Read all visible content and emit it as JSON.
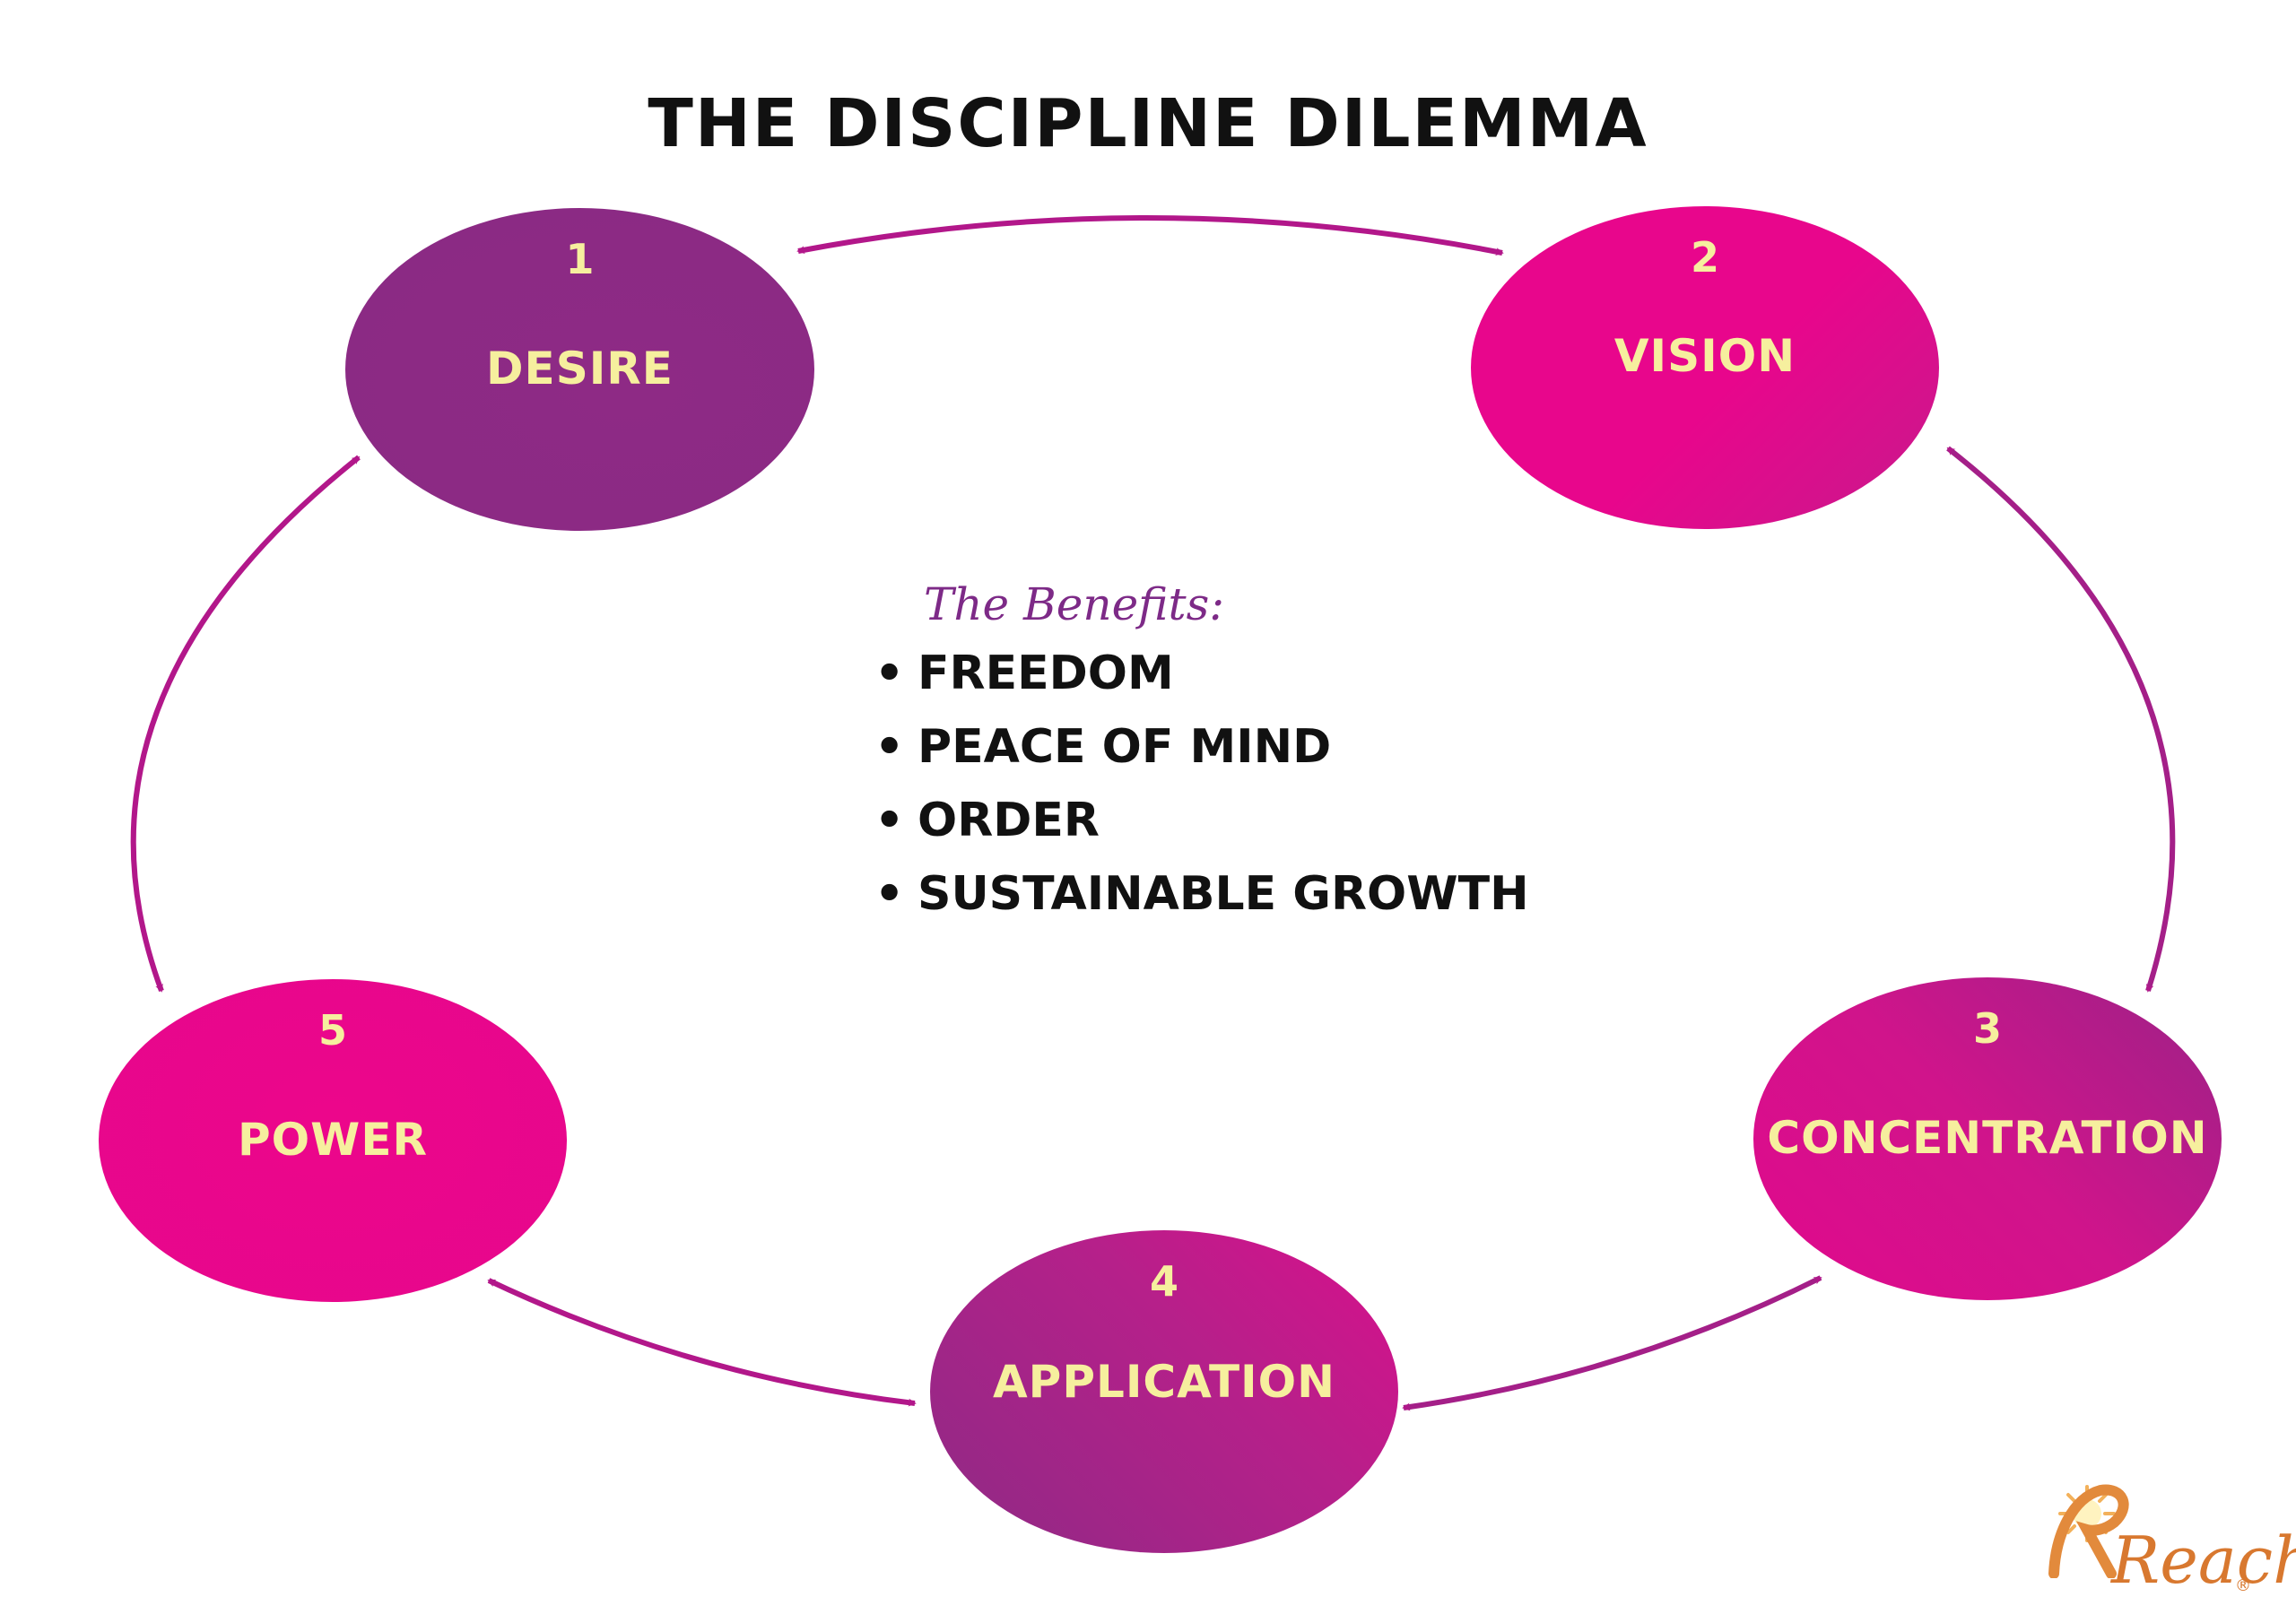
{
  "title": "THE DISCIPLINE DILEMMA",
  "colors": {
    "purple": "#8e2a85",
    "magenta": "#e8068c",
    "arrow": "#b2178a",
    "node_text": "#f6ef9e",
    "benefits_heading": "#7d2a87",
    "logo": "#d8782f"
  },
  "nodes": [
    {
      "number": "1",
      "label": "DESIRE"
    },
    {
      "number": "2",
      "label": "VISION"
    },
    {
      "number": "3",
      "label": "CONCENTRATION"
    },
    {
      "number": "4",
      "label": "APPLICATION"
    },
    {
      "number": "5",
      "label": "POWER"
    }
  ],
  "benefits": {
    "heading": "The Benefits:",
    "items": [
      "FREEDOM",
      "PEACE OF MIND",
      "ORDER",
      "SUSTAINABLE GROWTH"
    ]
  },
  "logo": {
    "text": "Reach",
    "brand": "Reach"
  }
}
